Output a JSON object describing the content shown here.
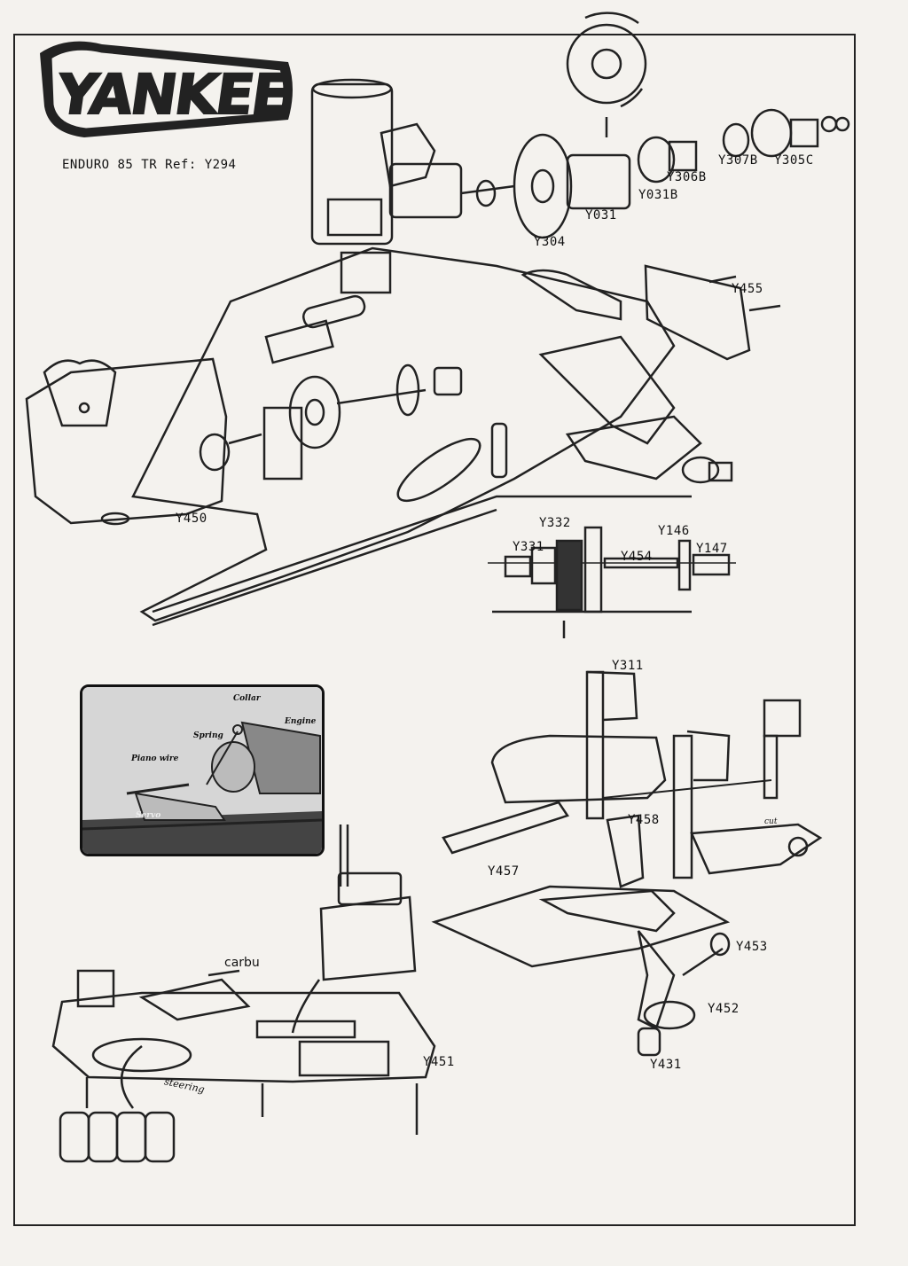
{
  "logo": {
    "text": "YANKEE"
  },
  "header": {
    "ref": "ENDURO 85 TR Ref: Y294"
  },
  "labels": {
    "y304": "Y304",
    "y031": "Y031",
    "y031b": "Y031B",
    "y306b": "Y306B",
    "y307b": "Y307B",
    "y305c": "Y305C",
    "y455": "Y455",
    "y450": "Y450",
    "y332": "Y332",
    "y331": "Y331",
    "y454": "Y454",
    "y146": "Y146",
    "y147": "Y147",
    "y311": "Y311",
    "y458": "Y458",
    "y457": "Y457",
    "y453": "Y453",
    "y452": "Y452",
    "y431": "Y431",
    "y451": "Y451"
  },
  "inset": {
    "collar": "Collar",
    "engine": "Engine",
    "spring": "Spring",
    "piano_wire": "Piano wire",
    "servo": "Servo"
  },
  "annotations": {
    "carbu": "carbu",
    "steering": "steering",
    "cut": "cut"
  }
}
